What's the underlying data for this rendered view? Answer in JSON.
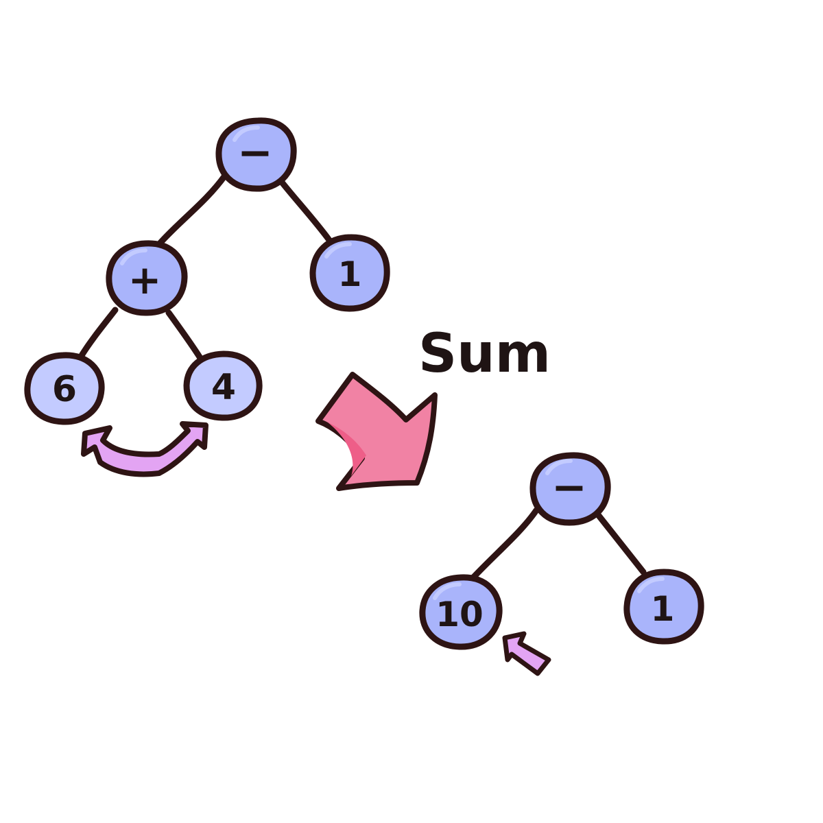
{
  "colors": {
    "node_fill": "#a9b4fb",
    "node_fill_light": "#c3cbff",
    "outline": "#2e1414",
    "edge": "#2e1414",
    "big_arrow": "#f182a4",
    "big_arrow_shade": "#ee5e88",
    "small_arrow": "#e3a4f3"
  },
  "before_tree": {
    "root": {
      "label": "−"
    },
    "left": {
      "label": "+"
    },
    "right": {
      "label": "1"
    },
    "left_left": {
      "label": "6"
    },
    "left_right": {
      "label": "4"
    }
  },
  "after_tree": {
    "root": {
      "label": "−"
    },
    "left": {
      "label": "10"
    },
    "right": {
      "label": "1"
    }
  },
  "transition": {
    "label": "Sum"
  },
  "icons": {
    "swap_arrow": "curved-double-arrow-icon",
    "transform_arrow": "big-curved-arrow-icon",
    "pointer_arrow": "small-pointer-arrow-icon"
  }
}
